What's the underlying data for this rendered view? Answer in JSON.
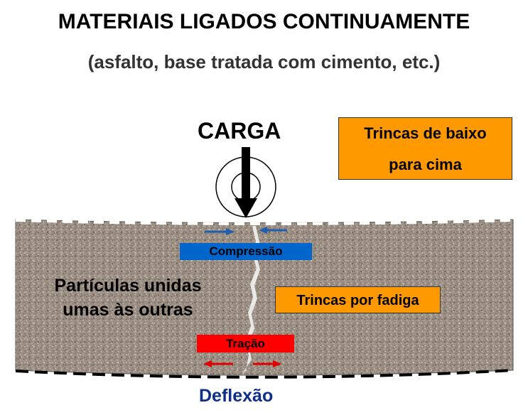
{
  "title": "MATERIAIS LIGADOS CONTINUAMENTE",
  "subtitle": "(asfalto, base tratada com cimento, etc.)",
  "load_label": "CARGA",
  "bottom_up_box": {
    "line1": "Trincas de baixo",
    "line2": "para cima"
  },
  "compression_label": "Compressão",
  "particles_label": {
    "line1": "Partículas unidas",
    "line2": "umas às outras"
  },
  "fatigue_label": "Trincas por fadiga",
  "tension_label": "Tração",
  "deflection_label": "Deflexão",
  "colors": {
    "orange": "#ff9900",
    "compression": "#0066cc",
    "tension": "#ff0000",
    "deflection_text": "#0d2f8a",
    "asphalt": "#9a8c80"
  },
  "icons": [
    "load-arrow-icon",
    "compression-arrow-icon",
    "tension-arrow-icon",
    "crack-icon"
  ]
}
